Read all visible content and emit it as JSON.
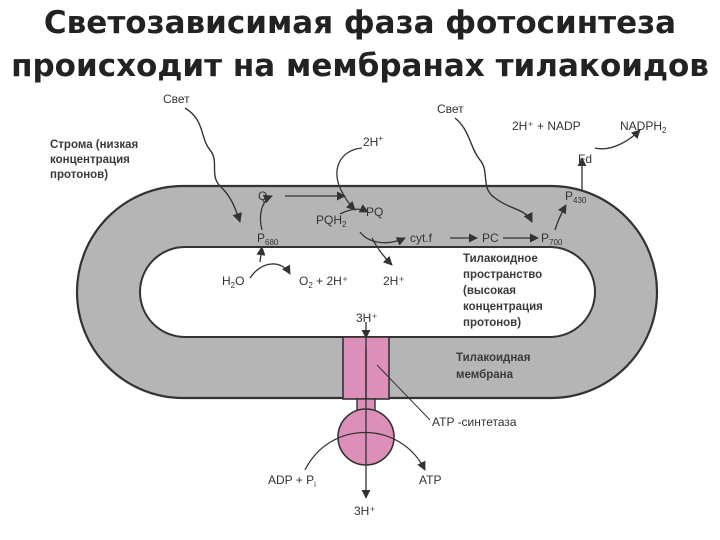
{
  "title": {
    "line1": "Светозависимая фаза фотосинтеза",
    "line2": "происходит на мембранах тилакоидов"
  },
  "diagram": {
    "light_left": "Свет",
    "light_right": "Свет",
    "stroma_lines": [
      "Строма (низкая",
      "концентрация",
      "протонов)"
    ],
    "h2_top": "2H",
    "nadp_reaction": "2H⁺ + NADP",
    "nadph": "NADPH",
    "nadph_sub": "2",
    "fd": "Fd",
    "q": "Q",
    "pqh": "PQH",
    "pqh_sub": "2",
    "pq": "PQ",
    "cyt": "cyt.f",
    "pc": "PC",
    "p680": "P",
    "p680_sub": "680",
    "p700": "P",
    "p700_sub": "700",
    "p430": "P",
    "p430_sub": "430",
    "h2o": "H",
    "h2o_tail": "O",
    "o2_reaction": "O",
    "o2_tail": " + 2H⁺",
    "h2_lumen": "2H⁺",
    "lumen_lines": [
      "Тилакоидное",
      "пространство",
      "(высокая",
      "концентрация",
      "протонов)"
    ],
    "h3_top": "3H⁺",
    "membrane_lines": [
      "Тилакоидная",
      "мембрана"
    ],
    "atp_synthase": "ATP -синтетаза",
    "adp": "ADP + P",
    "adp_sub": "i",
    "atp": "ATP",
    "h3_bottom": "3H⁺",
    "plus_sign": "+"
  },
  "colors": {
    "membrane_fill": "#b5b5b5",
    "outline": "#333333",
    "atp_synthase_fill": "#dc8fb8",
    "background": "#ffffff"
  }
}
